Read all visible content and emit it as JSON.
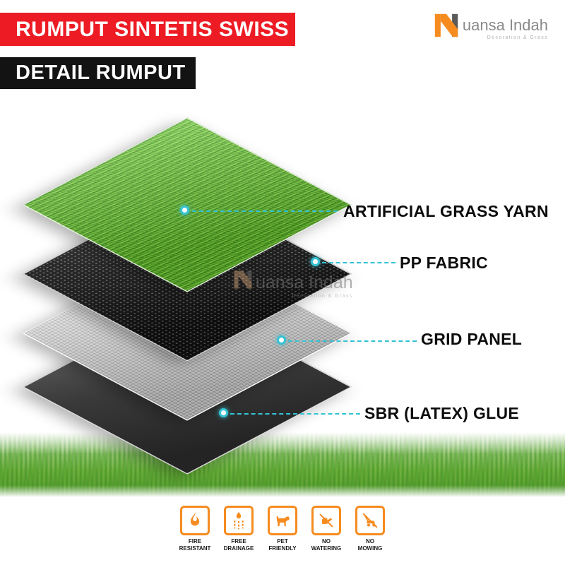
{
  "colors": {
    "banner_red": "#ed1c24",
    "banner_black": "#131313",
    "accent_orange": "#f68b1f",
    "callout_teal": "#35c3d4"
  },
  "header": {
    "title": "RUMPUT SINTETIS SWISS",
    "subtitle": "DETAIL RUMPUT"
  },
  "brand": {
    "name": "uansa Indah",
    "tagline": "Decoration & Grass"
  },
  "watermark": {
    "name": "uansa Indah",
    "tagline": "Decoration & Grass"
  },
  "diagram": {
    "layers": [
      {
        "id": "grass",
        "label": "ARTIFICIAL GRASS YARN"
      },
      {
        "id": "pp-fabric",
        "label": "PP FABRIC"
      },
      {
        "id": "grid-panel",
        "label": "GRID PANEL"
      },
      {
        "id": "sbr-glue",
        "label": "SBR (LATEX) GLUE"
      }
    ]
  },
  "features": [
    {
      "icon": "fire-icon",
      "line1": "FIRE",
      "line2": "RESISTANT"
    },
    {
      "icon": "drainage-icon",
      "line1": "FREE",
      "line2": "DRAINAGE"
    },
    {
      "icon": "dog-icon",
      "line1": "PET",
      "line2": "FRIENDLY"
    },
    {
      "icon": "no-watering-icon",
      "line1": "NO",
      "line2": "WATERING"
    },
    {
      "icon": "no-mowing-icon",
      "line1": "NO",
      "line2": "MOWING"
    }
  ]
}
